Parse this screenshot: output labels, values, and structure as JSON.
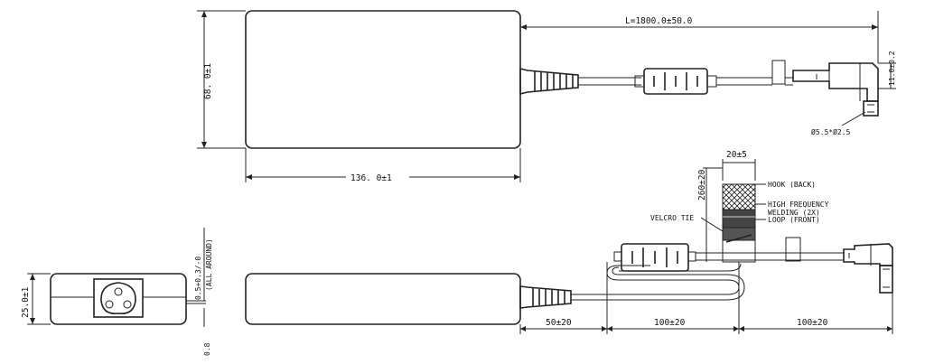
{
  "dimensions": {
    "cable_length": "L=1800.0±50.0",
    "body_height": "68. 0±1",
    "body_length": "136. 0±1",
    "plug_offset": "11.0±0.2",
    "plug_diameter": "Ø5.5*Ø2.5",
    "tie_width": "20±5",
    "tie_length": "260±20",
    "body_thickness": "25.0±1",
    "tolerance": "0.5+0.3/-0",
    "tolerance_note": "(ALL AROUND)",
    "gap": "0.8",
    "seg1": "50±20",
    "seg2": "100±20",
    "seg3": "100±20"
  },
  "labels": {
    "hook": "HOOK (BACK)",
    "hf_line1": "HIGH FREQUENCY",
    "hf_line2": "WELDING (2X)",
    "loop": "LOOP (FRONT)",
    "velcro": "VELCRO TIE"
  }
}
